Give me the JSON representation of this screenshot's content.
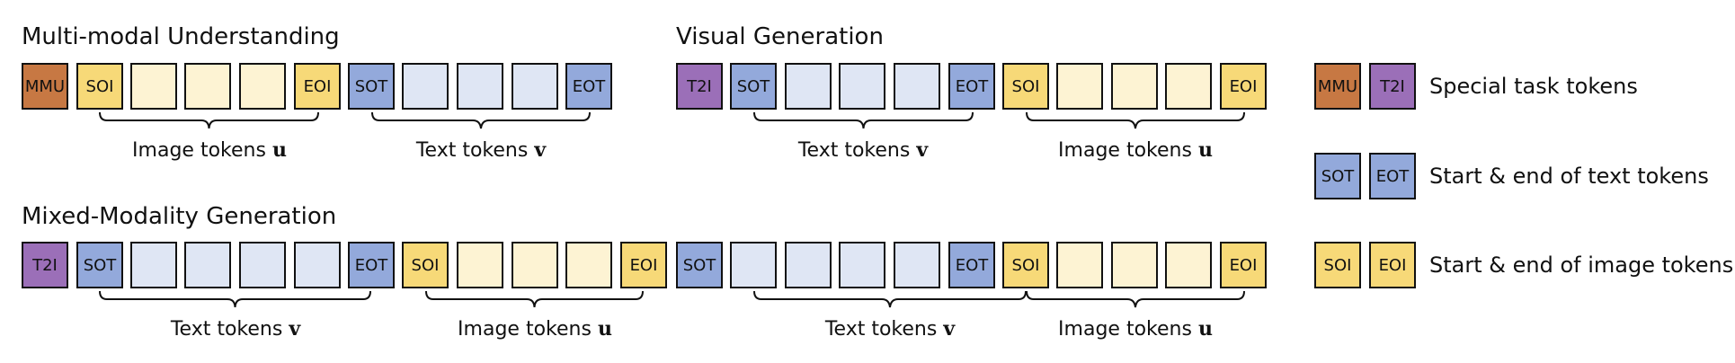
{
  "titles": {
    "understanding": "Multi-modal Understanding",
    "visual_generation": "Visual Generation",
    "mixed_generation": "Mixed-Modality Generation"
  },
  "tokens": {
    "mmu": "MMU",
    "t2i": "T2I",
    "sot": "SOT",
    "eot": "EOT",
    "soi": "SOI",
    "eoi": "EOI"
  },
  "labels": {
    "image_tokens": "Image tokens",
    "text_tokens": "Text tokens",
    "image_var": "u",
    "text_var": "v"
  },
  "legend": {
    "special": "Special task tokens",
    "text_bounds": "Start & end of text tokens",
    "image_bounds": "Start & end of image tokens"
  },
  "colors": {
    "special_mmu": "#c77843",
    "special_t2i": "#9b6fb8",
    "text_special": "#93a9db",
    "text_token": "#dfe6f4",
    "image_special": "#f7d978",
    "image_token": "#fdf3d3"
  }
}
